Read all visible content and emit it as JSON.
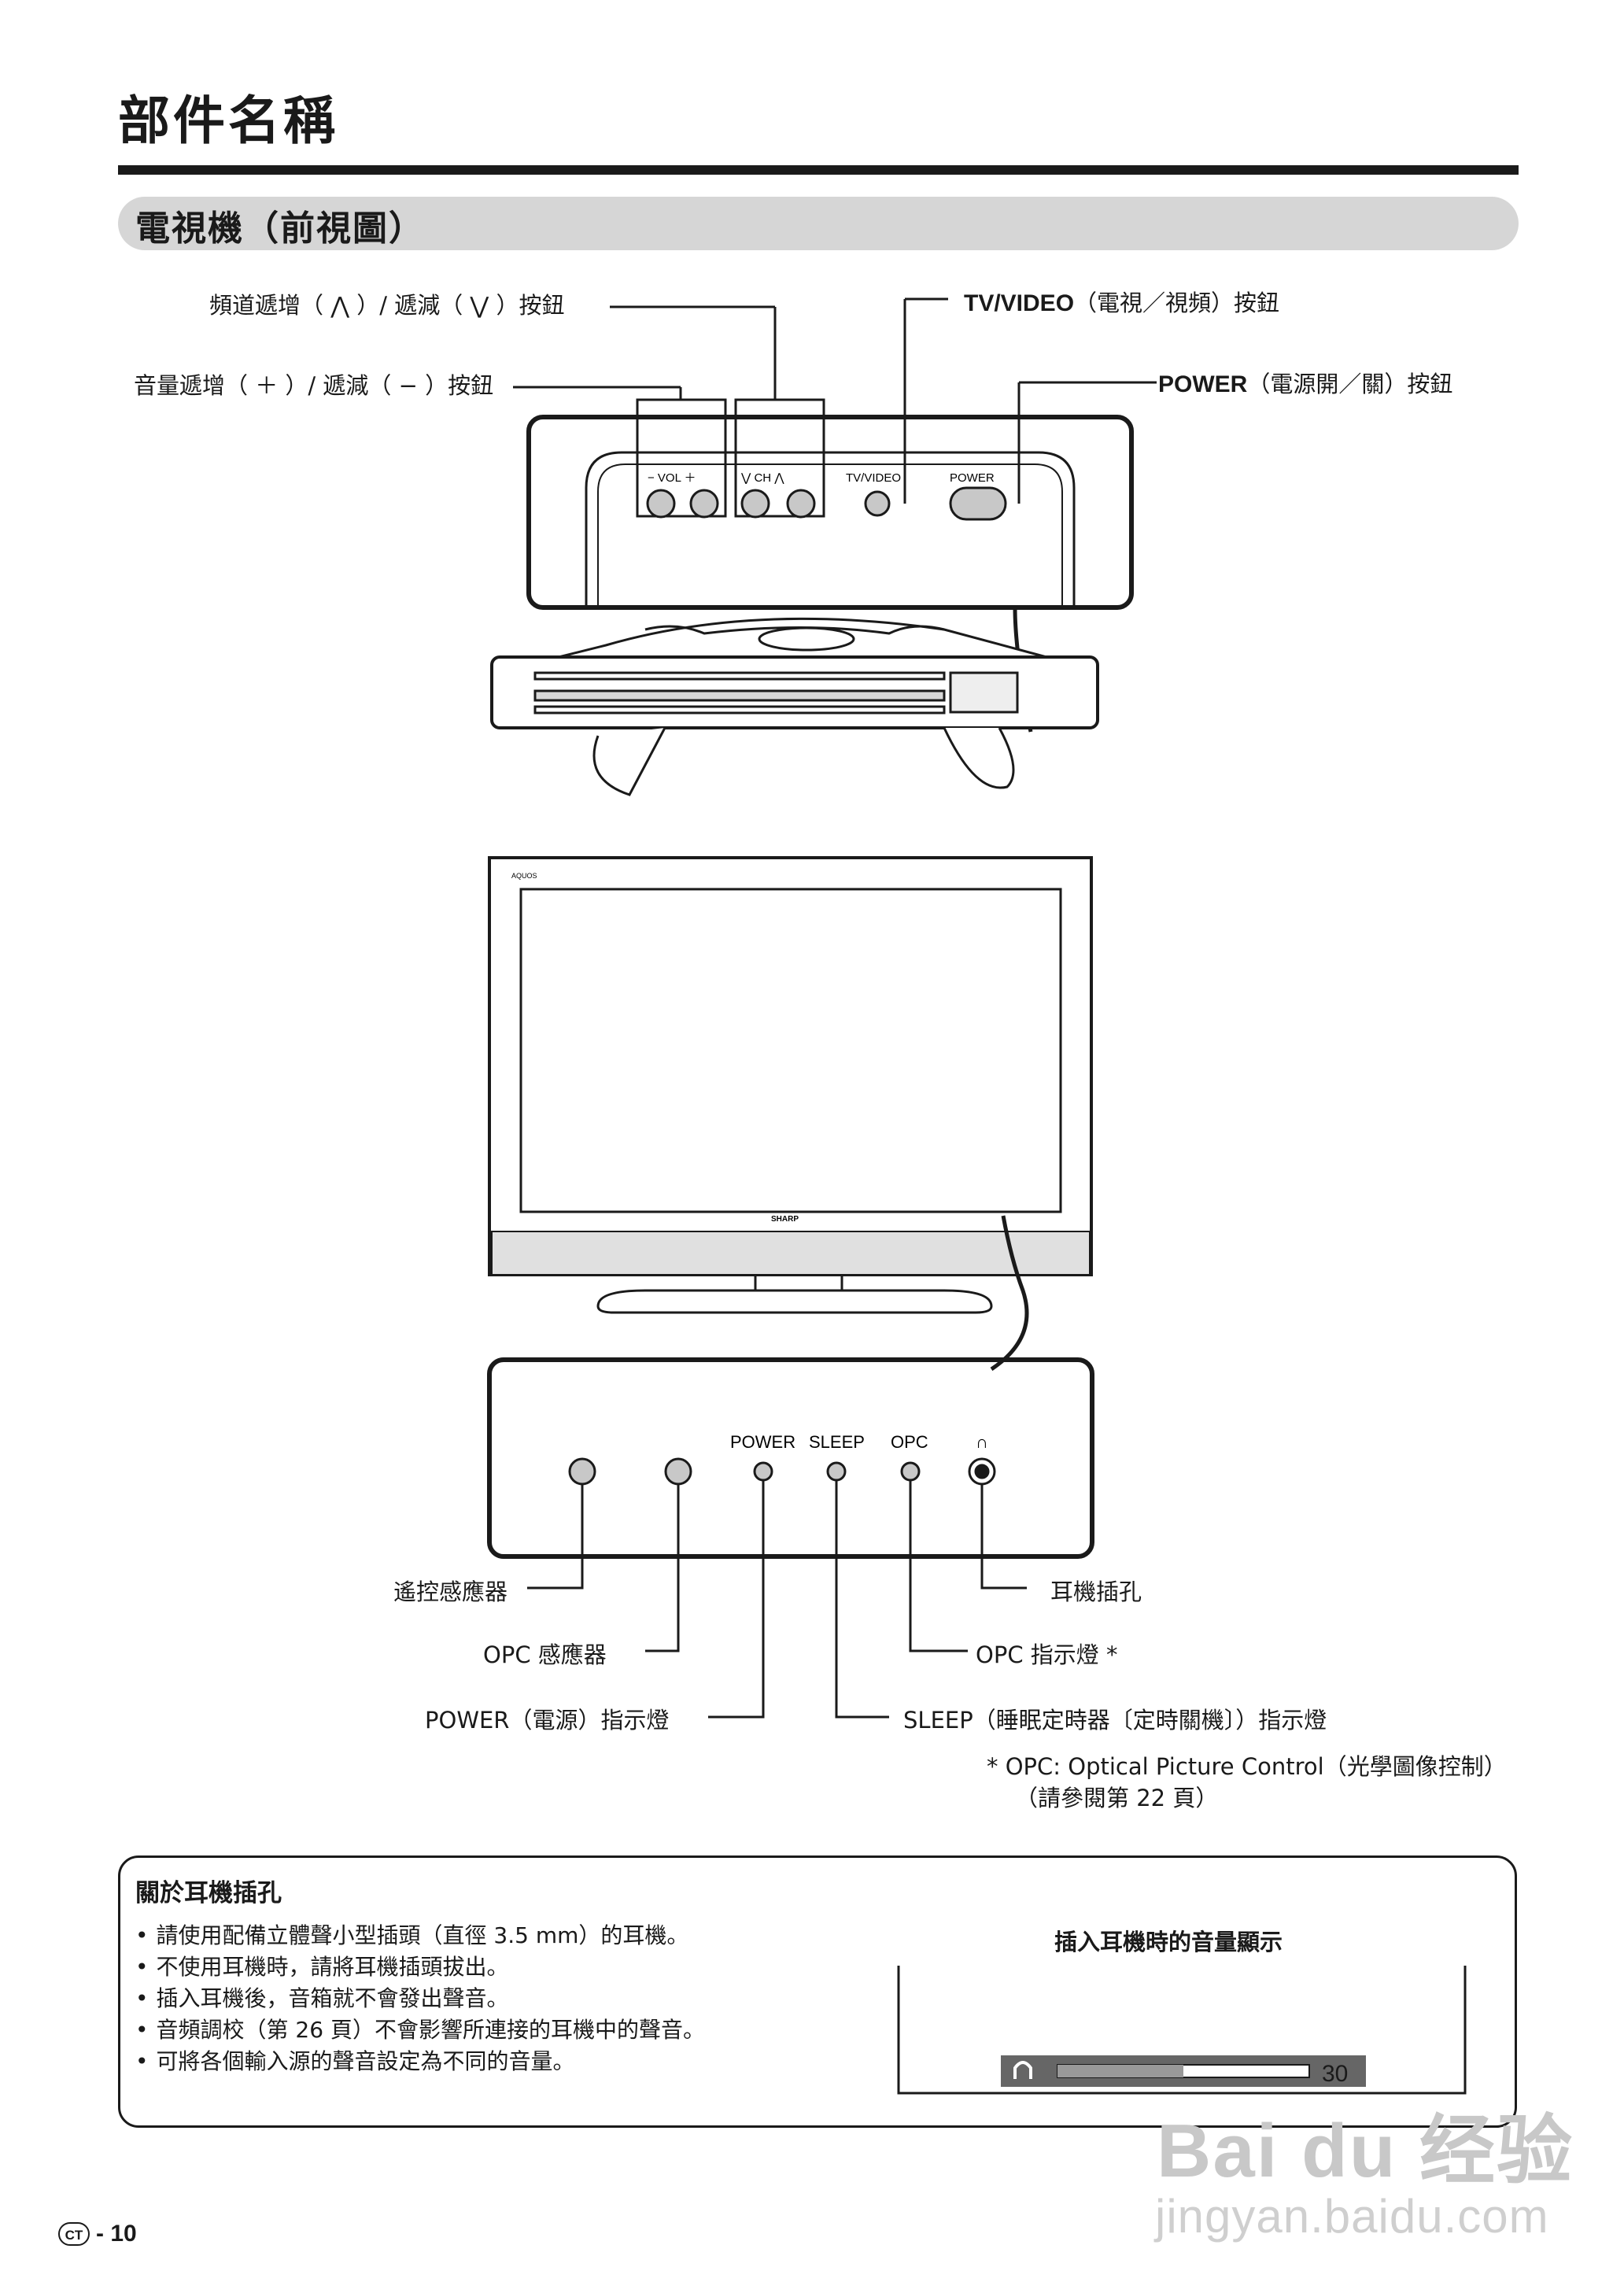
{
  "page": {
    "title": "部件名稱",
    "section_title": "電視機（前視圖）",
    "page_badge": "CT",
    "page_number": "- 10"
  },
  "top_labels": {
    "channel_buttons": "頻道遞增（ ⋀ ）/ 遞減（ ⋁ ）按鈕",
    "volume_buttons": "音量遞增（ ＋ ）/ 遞減（ − ）按鈕",
    "tv_video_bold": "TV/VIDEO",
    "tv_video_rest": "（電視／視頻）按鈕",
    "power_bold": "POWER",
    "power_rest": "（電源開／關）按鈕"
  },
  "panel_top": {
    "vol": "− VOL ＋",
    "ch": "⋁ CH ⋀",
    "tv_video": "TV/VIDEO",
    "power": "POWER"
  },
  "tv": {
    "brand_top": "AQUOS",
    "brand_bottom": "SHARP"
  },
  "panel_bottom": {
    "power": "POWER",
    "sleep": "SLEEP",
    "opc": "OPC",
    "headphone_symbol": "∩"
  },
  "bottom_labels": {
    "remote_sensor": "遙控感應器",
    "opc_sensor": "OPC 感應器",
    "power_indicator": "POWER（電源）指示燈",
    "headphone_jack": "耳機插孔",
    "opc_indicator": "OPC 指示燈 *",
    "sleep_indicator": "SLEEP（睡眠定時器〔定時關機〕）指示燈",
    "footnote_line1": "*  OPC: Optical Picture Control（光學圖像控制）",
    "footnote_line2": "（請參閱第 22 頁）"
  },
  "headphone_box": {
    "title": "關於耳機插孔",
    "bullets": [
      "請使用配備立體聲小型插頭（直徑 3.5 mm）的耳機。",
      "不使用耳機時，請將耳機插頭拔出。",
      "插入耳機後，音箱就不會發出聲音。",
      "音頻調校（第 26 頁）不會影響所連接的耳機中的聲音。",
      "可將各個輸入源的聲音設定為不同的音量。"
    ],
    "volume_display_title": "插入耳機時的音量顯示",
    "volume_value": "30",
    "volume_level_fraction": 0.5
  },
  "watermark": {
    "main": "Bai du 经验",
    "sub": "jingyan.baidu.com"
  }
}
